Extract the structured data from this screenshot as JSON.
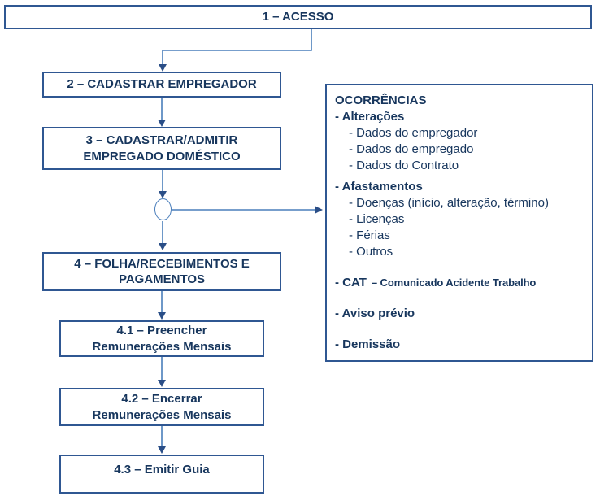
{
  "colors": {
    "text": "#17365D",
    "box_border": "#2F5792",
    "panel_border": "#2F5792",
    "arrow_line": "#4A7EBB",
    "arrow_head": "#2A4E87",
    "background": "#FFFFFF"
  },
  "flow": {
    "nodes": [
      {
        "id": "1",
        "label": "1 – ACESSO"
      },
      {
        "id": "2",
        "label": "2 – CADASTRAR EMPREGADOR"
      },
      {
        "id": "3",
        "label": "3 – CADASTRAR/ADMITIR\nEMPREGADO DOMÉSTICO"
      },
      {
        "id": "4",
        "label": "4 – FOLHA/RECEBIMENTOS E\nPAGAMENTOS"
      },
      {
        "id": "4.1",
        "label": "4.1 – Preencher\nRemunerações Mensais"
      },
      {
        "id": "4.2",
        "label": "4.2 – Encerrar\nRemunerações Mensais"
      },
      {
        "id": "4.3",
        "label": "4.3 – Emitir Guia"
      }
    ],
    "connector": {
      "type": "circle",
      "branch_target": "OCORRÊNCIAS"
    }
  },
  "occurrences": {
    "title": "OCORRÊNCIAS",
    "alteracoes": {
      "label": "- Alterações",
      "items": [
        "- Dados do empregador",
        "- Dados do empregado",
        "- Dados do Contrato"
      ]
    },
    "afastamentos": {
      "label": "- Afastamentos",
      "items": [
        "- Doenças (início, alteração, término)",
        "- Licenças",
        "- Férias",
        "- Outros"
      ]
    },
    "cat": {
      "label": "- CAT",
      "description": "– Comunicado Acidente Trabalho"
    },
    "aviso_previo": "- Aviso prévio",
    "demissao": "- Demissão"
  }
}
